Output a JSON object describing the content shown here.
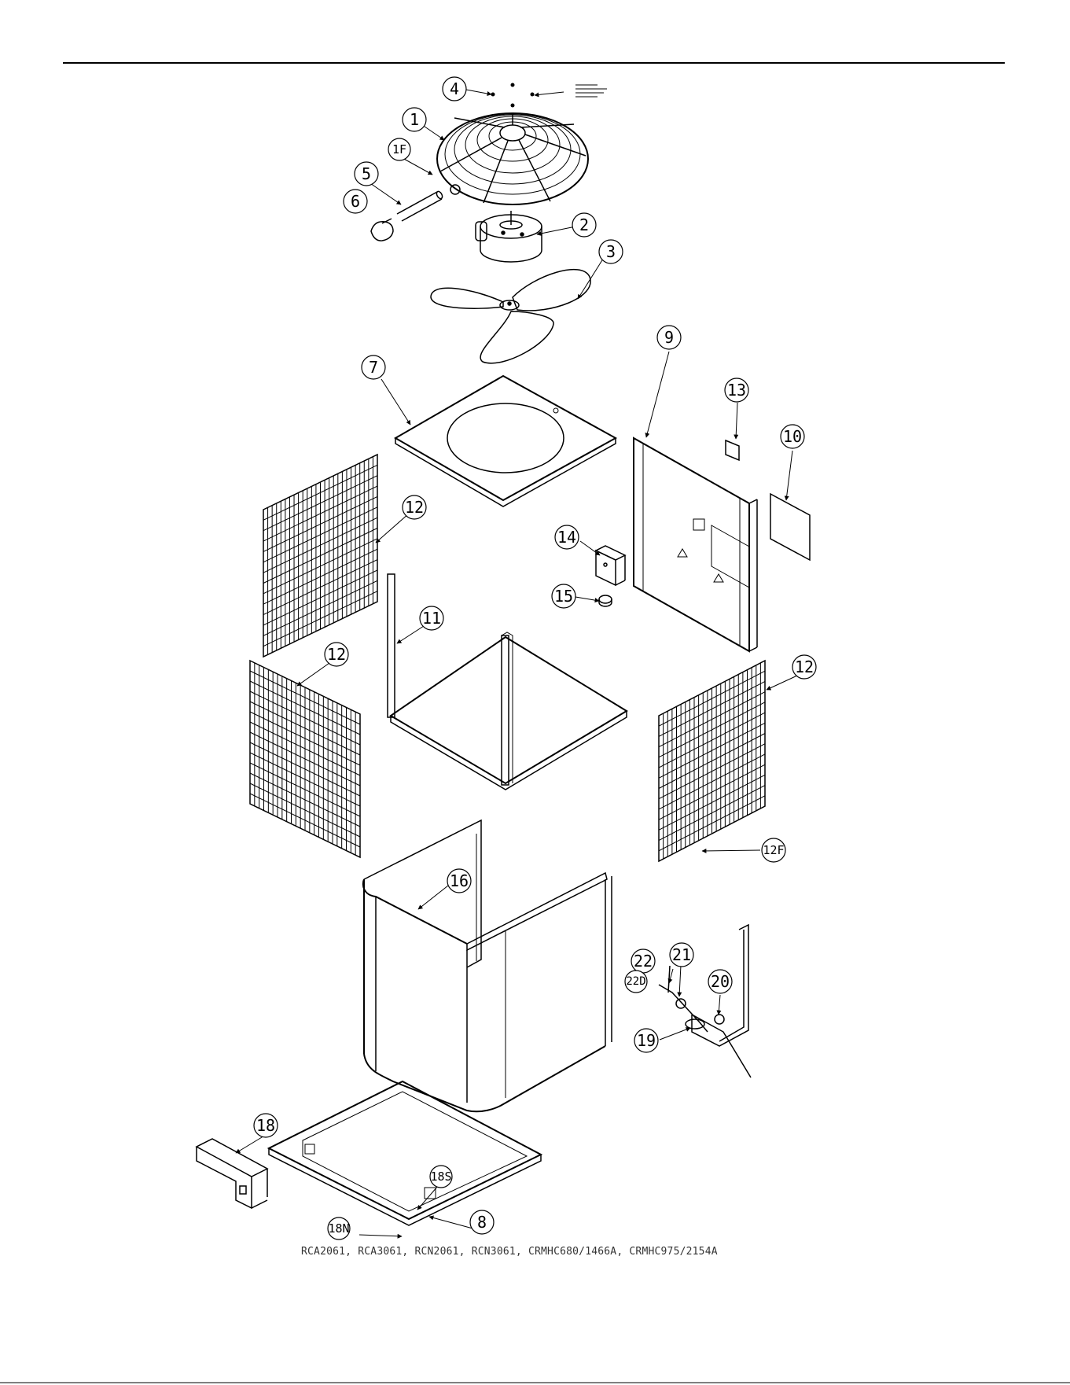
{
  "callouts": [
    {
      "id": "c4",
      "label": "4"
    },
    {
      "id": "c1",
      "label": "1"
    },
    {
      "id": "c1f",
      "label": "1F"
    },
    {
      "id": "c5",
      "label": "5"
    },
    {
      "id": "c6",
      "label": "6"
    },
    {
      "id": "c2",
      "label": "2"
    },
    {
      "id": "c3",
      "label": "3"
    },
    {
      "id": "c7",
      "label": "7"
    },
    {
      "id": "c9",
      "label": "9"
    },
    {
      "id": "c13",
      "label": "13"
    },
    {
      "id": "c10",
      "label": "10"
    },
    {
      "id": "c12a",
      "label": "12"
    },
    {
      "id": "c14",
      "label": "14"
    },
    {
      "id": "c15",
      "label": "15"
    },
    {
      "id": "c11",
      "label": "11"
    },
    {
      "id": "c12b",
      "label": "12"
    },
    {
      "id": "c12c",
      "label": "12"
    },
    {
      "id": "c12f",
      "label": "12F"
    },
    {
      "id": "c16",
      "label": "16"
    },
    {
      "id": "c22",
      "label": "22"
    },
    {
      "id": "c22d",
      "label": "22D"
    },
    {
      "id": "c21",
      "label": "21"
    },
    {
      "id": "c20",
      "label": "20"
    },
    {
      "id": "c19",
      "label": "19"
    },
    {
      "id": "c18",
      "label": "18"
    },
    {
      "id": "c18s",
      "label": "18S"
    },
    {
      "id": "c8",
      "label": "8"
    },
    {
      "id": "c18n",
      "label": "18N"
    }
  ],
  "caption": "RCA2061, RCA3061, RCN2061, RCN3061, CRMHC680/1466A, CRMHC975/2154A"
}
